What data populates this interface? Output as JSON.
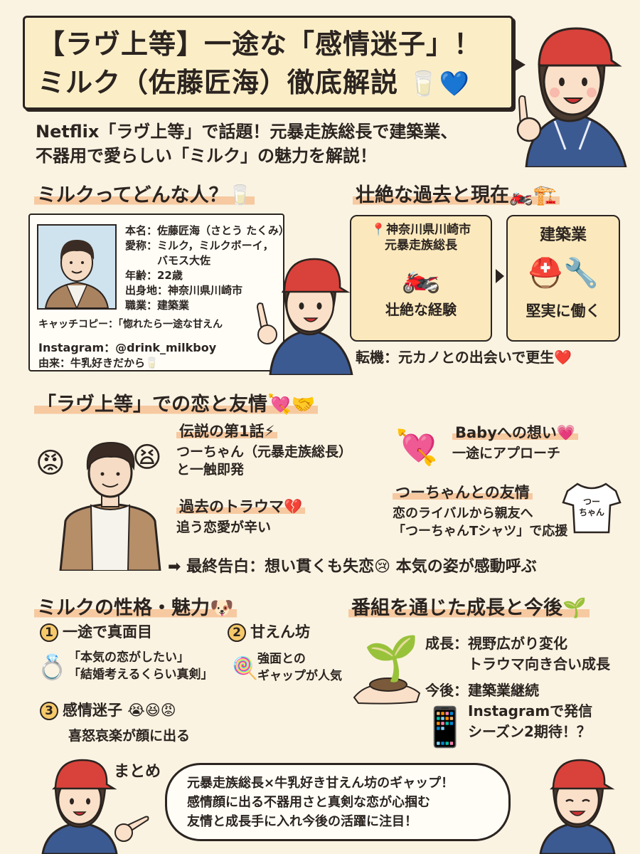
{
  "title": {
    "line1": "【ラヴ上等】一途な「感情迷子」！",
    "line2": "ミルク（佐藤匠海）徹底解説",
    "emoji": "🥛💙"
  },
  "intro": {
    "line1": "Netflix「ラヴ上等」で話題！元暴走族総長で建築業、",
    "line2": "不器用で愛らしい「ミルク」の魅力を解説！"
  },
  "profile": {
    "heading": "ミルクってどんな人？🥛",
    "lines": [
      "本名：佐藤匠海（さとう たくみ）",
      "愛称：ミルク，ミルクボーイ，",
      "　　　バモス大佐",
      "年齢：22歳",
      "出身地：神奈川県川崎市",
      "職業：建築業"
    ],
    "catch": "キャッチコピー：「惚れたら一途な甘えん",
    "instagram": "Instagram：@drink_milkboy",
    "origin": "由来：牛乳好きだから🥛"
  },
  "past": {
    "heading": "壮絶な過去と現在🏍️🏗️",
    "card1_top": "📍神奈川県川崎市\n元暴走族総長",
    "card1_bottom": "壮絶な経験",
    "card1_icon": "🏍️",
    "card2_top": "建築業",
    "card2_bottom": "堅実に働く",
    "card2_icon": "⛑️🔧",
    "turning": "転機：元カノとの出会いで更生❤️"
  },
  "love": {
    "heading": "「ラヴ上等」での恋と友情💘🤝",
    "ep1_title": "伝説の第1話⚡",
    "ep1_body": "つーちゃん（元暴走族総長）\nと一触即発",
    "trauma_title": "過去のトラウマ💔",
    "trauma_body": "追う恋愛が辛い",
    "baby_title": "Babyへの想い💗",
    "baby_body": "一途にアプローチ",
    "friend_title": "つーちゃんとの友情",
    "friend_body": "恋のライバルから親友へ\n「つーちゃんTシャツ」で応援",
    "tshirt_text": "つー\nちゃん",
    "final": "➡ 最終告白：想い貫くも失恋😢 本気の姿が感動呼ぶ",
    "angry_icon": "😡",
    "frustrated_icon": "😫",
    "arrow_heart_icon": "💘"
  },
  "personality": {
    "heading": "ミルクの性格・魅力🐶",
    "items": [
      {
        "num": "1",
        "title": "一途で真面目",
        "body": "「本気の恋がしたい」\n「結婚考えるくらい真剣」",
        "icon": "💍"
      },
      {
        "num": "2",
        "title": "甘えん坊",
        "body": "強面との\nギャップが人気",
        "icon": "🍭"
      },
      {
        "num": "3",
        "title": "感情迷子 😭😆😡",
        "body": "喜怒哀楽が顔に出る",
        "icon": ""
      }
    ]
  },
  "growth": {
    "heading": "番組を通じた成長と今後🌱",
    "growth_text": "成長：視野広がり変化\n　　　トラウマ向き合い成長",
    "future_text": "今後：建築業継続\n　　　Instagramで発信\n　　　シーズン2期待！？",
    "plant_icon": "🌱",
    "phone_icon": "📱"
  },
  "summary": {
    "label": "まとめ",
    "lines": [
      "元暴走族総長×牛乳好き甘えん坊のギャップ！",
      "感情顔に出る不器用さと真剣な恋が心掴む",
      "友情と成長手に入れ今後の活躍に注目！"
    ]
  },
  "colors": {
    "background": "#faf3e2",
    "title_box": "#fbeec7",
    "accent_red": "#d9423a",
    "hoodie_blue": "#3c5a92",
    "highlight": "#f6c9a0",
    "card": "#fbe9bd"
  }
}
